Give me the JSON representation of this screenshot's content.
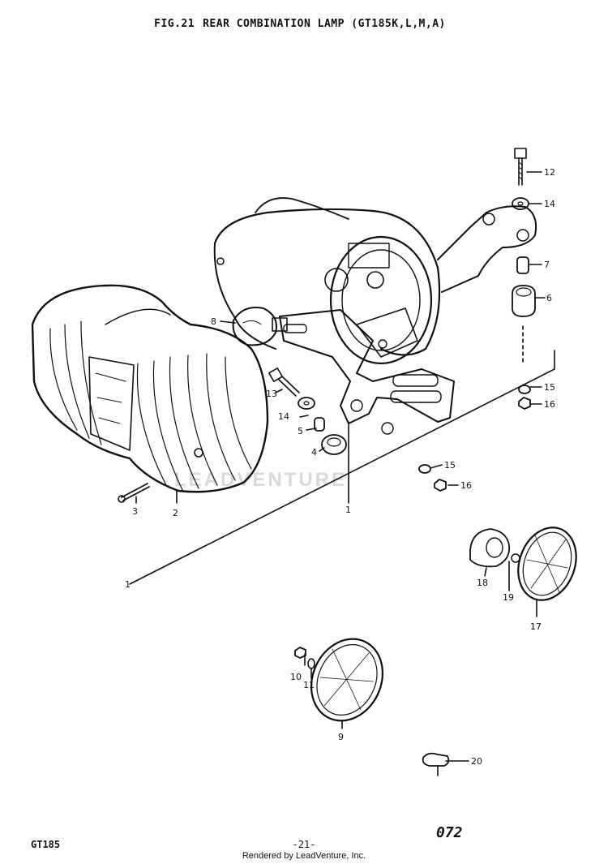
{
  "header": {
    "fig_number": "FIG.21",
    "title": "REAR COMBINATION LAMP (GT185K,L,M,A)"
  },
  "watermark": "LEADVENTURE",
  "callouts": {
    "c1a": "1",
    "c1b": "1",
    "c2": "2",
    "c3": "3",
    "c4": "4",
    "c5": "5",
    "c6": "6",
    "c7": "7",
    "c8": "8",
    "c9": "9",
    "c10": "10",
    "c11": "11",
    "c12": "12",
    "c13": "13",
    "c14a": "14",
    "c14b": "14",
    "c15a": "15",
    "c15b": "15",
    "c16a": "16",
    "c16b": "16",
    "c17": "17",
    "c18": "18",
    "c19": "19",
    "c20": "20"
  },
  "footer": {
    "model": "GT185",
    "page": "-21-",
    "credit": "Rendered by LeadVenture, Inc.",
    "code": "072"
  }
}
